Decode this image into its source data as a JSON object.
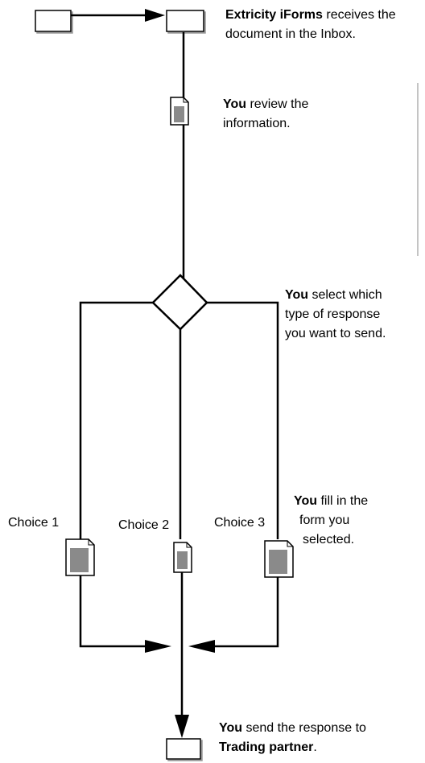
{
  "steps": {
    "receive": {
      "actor": "Extricity iForms",
      "text_1": " receives the",
      "text_2": "document in the Inbox."
    },
    "review": {
      "actor": "You",
      "text_1": " review the",
      "text_2": "information."
    },
    "select": {
      "actor": "You",
      "text_1": " select which",
      "text_2": "type of response",
      "text_3": "you want to send."
    },
    "fill": {
      "actor": "You",
      "text_1": " fill in the",
      "text_2": "form you",
      "text_3": "selected."
    },
    "send": {
      "text_1": "You",
      "text_2": " send the response to",
      "text_3": "Trading partner",
      "text_4": "."
    }
  },
  "choices": [
    "Choice 1",
    "Choice 2",
    "Choice 3"
  ]
}
